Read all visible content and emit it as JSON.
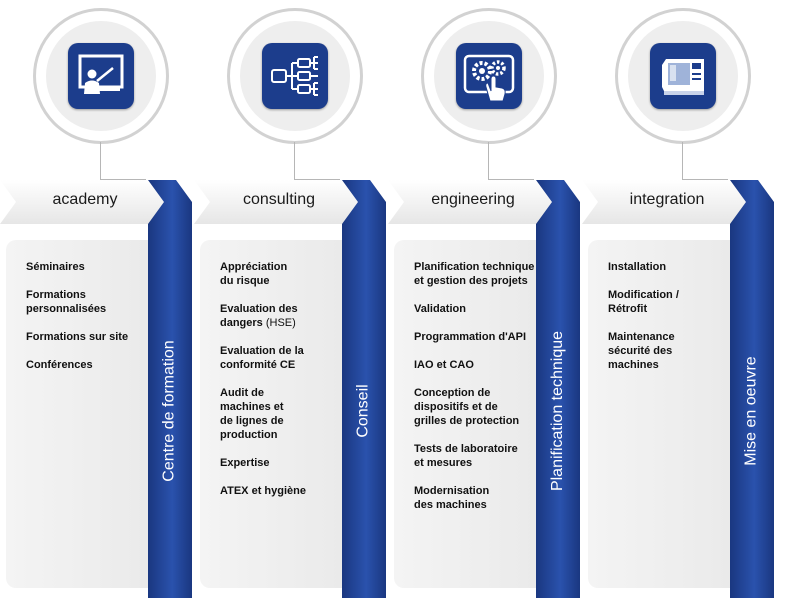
{
  "columns": [
    {
      "icon": "teacher-at-board-icon",
      "title": "academy",
      "ribbon": "Centre de formation",
      "items": [
        {
          "lines": [
            "Séminaires"
          ]
        },
        {
          "lines": [
            "Formations",
            "personnalisées"
          ]
        },
        {
          "lines": [
            "Formations sur site"
          ]
        },
        {
          "lines": [
            "Conférences"
          ]
        }
      ]
    },
    {
      "icon": "tree-hierarchy-icon",
      "title": "consulting",
      "ribbon": "Conseil",
      "items": [
        {
          "lines": [
            "Appréciation",
            "du risque"
          ]
        },
        {
          "lines": [
            "Evaluation des",
            "dangers"
          ],
          "note": "(HSE)"
        },
        {
          "lines": [
            "Evaluation de la",
            "conformité CE"
          ]
        },
        {
          "lines": [
            "Audit de",
            "machines et",
            "de lignes de",
            "production"
          ]
        },
        {
          "lines": [
            "Expertise"
          ]
        },
        {
          "lines": [
            "ATEX et hygiène"
          ]
        }
      ]
    },
    {
      "icon": "gears-touch-tablet-icon",
      "title": "engineering",
      "ribbon": "Planification technique",
      "items": [
        {
          "lines": [
            "Planification technique",
            "et gestion des projets"
          ]
        },
        {
          "lines": [
            "Validation"
          ]
        },
        {
          "lines": [
            "Programmation d'API"
          ]
        },
        {
          "lines": [
            "IAO et CAO"
          ]
        },
        {
          "lines": [
            "Conception de",
            "dispositifs et de",
            "grilles de protection"
          ]
        },
        {
          "lines": [
            "Tests de laboratoire",
            "et mesures"
          ]
        },
        {
          "lines": [
            "Modernisation",
            "des machines"
          ]
        }
      ]
    },
    {
      "icon": "industrial-machine-icon",
      "title": "integration",
      "ribbon": "Mise en oeuvre",
      "items": [
        {
          "lines": [
            "Installation"
          ]
        },
        {
          "lines": [
            "Modification /",
            "Rétrofit"
          ]
        },
        {
          "lines": [
            "Maintenance",
            "sécurité des",
            "machines"
          ]
        }
      ]
    }
  ]
}
